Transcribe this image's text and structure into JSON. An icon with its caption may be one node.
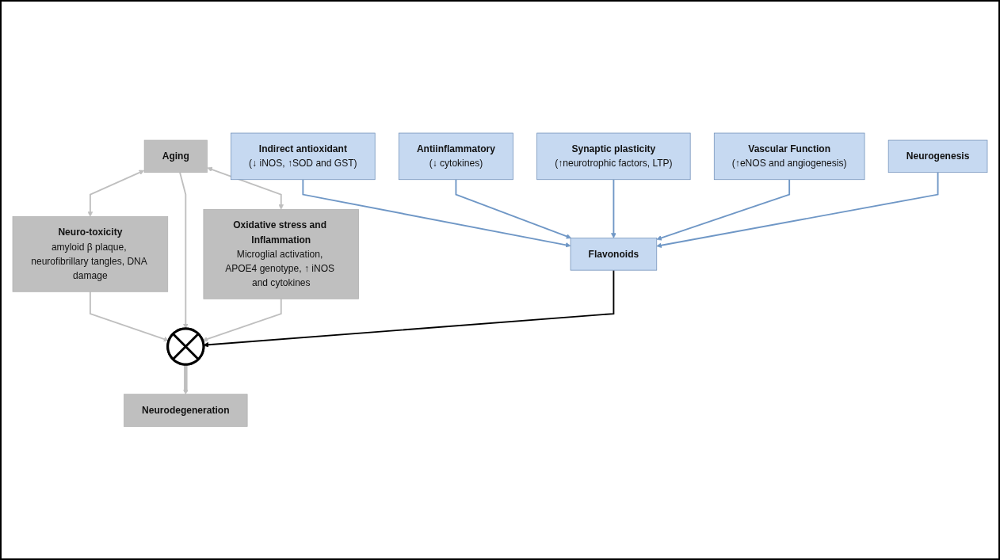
{
  "diagram": {
    "nodes": [
      {
        "text": [
          "Aging"
        ]
      },
      {
        "text": [
          "Neuro-toxicity",
          "amyloid β plaque, neurofibrillary tangles, DNA damage"
        ]
      },
      {
        "text": [
          "Oxidative stress and Inflammation",
          "Microglial activation, APOE4 genotype, ↑ iNOS and cytokines"
        ]
      },
      {
        "text": [],
        "shape": "cross"
      },
      {
        "text": [
          "Neurodegeneration"
        ]
      },
      {
        "text": [
          "Flavonoids"
        ]
      },
      {
        "text": [
          "Indirect antioxidant",
          "(↓ iNOS, ↑SOD and GST)"
        ]
      },
      {
        "text": [
          "Antiinflammatory",
          "(↓ cytokines)"
        ]
      },
      {
        "text": [
          "Synaptic plasticity",
          "(↑neurotrophic factors, LTP)"
        ]
      },
      {
        "text": [
          "Vascular Function",
          "(↑eNOS and angiogenesis)"
        ]
      },
      {
        "text": [
          "Neurogenesis"
        ]
      }
    ],
    "edges": [
      {
        "from": 0,
        "to": 1,
        "arrow": "both",
        "color": "#bfbfbf"
      },
      {
        "from": 0,
        "to": 2,
        "arrow": "both",
        "color": "#bfbfbf"
      },
      {
        "from": 1,
        "to": 3,
        "arrow": "to",
        "color": "#bfbfbf"
      },
      {
        "from": 0,
        "to": 3,
        "arrow": "to",
        "color": "#bfbfbf"
      },
      {
        "from": 2,
        "to": 3,
        "arrow": "to",
        "color": "#bfbfbf"
      },
      {
        "from": 3,
        "to": 4,
        "arrow": "to",
        "style": "thick",
        "color": "#bfbfbf"
      },
      {
        "from": 5,
        "to": 3,
        "arrow": "to",
        "color": "#000000"
      },
      {
        "from": 6,
        "to": 5,
        "arrow": "to",
        "color": "#6f97c6"
      },
      {
        "from": 7,
        "to": 5,
        "arrow": "to",
        "color": "#6f97c6"
      },
      {
        "from": 8,
        "to": 5,
        "arrow": "to",
        "color": "#6f97c6"
      },
      {
        "from": 9,
        "to": 5,
        "arrow": "to",
        "color": "#6f97c6"
      },
      {
        "from": 10,
        "to": 5,
        "arrow": "to",
        "color": "#6f97c6"
      }
    ]
  }
}
